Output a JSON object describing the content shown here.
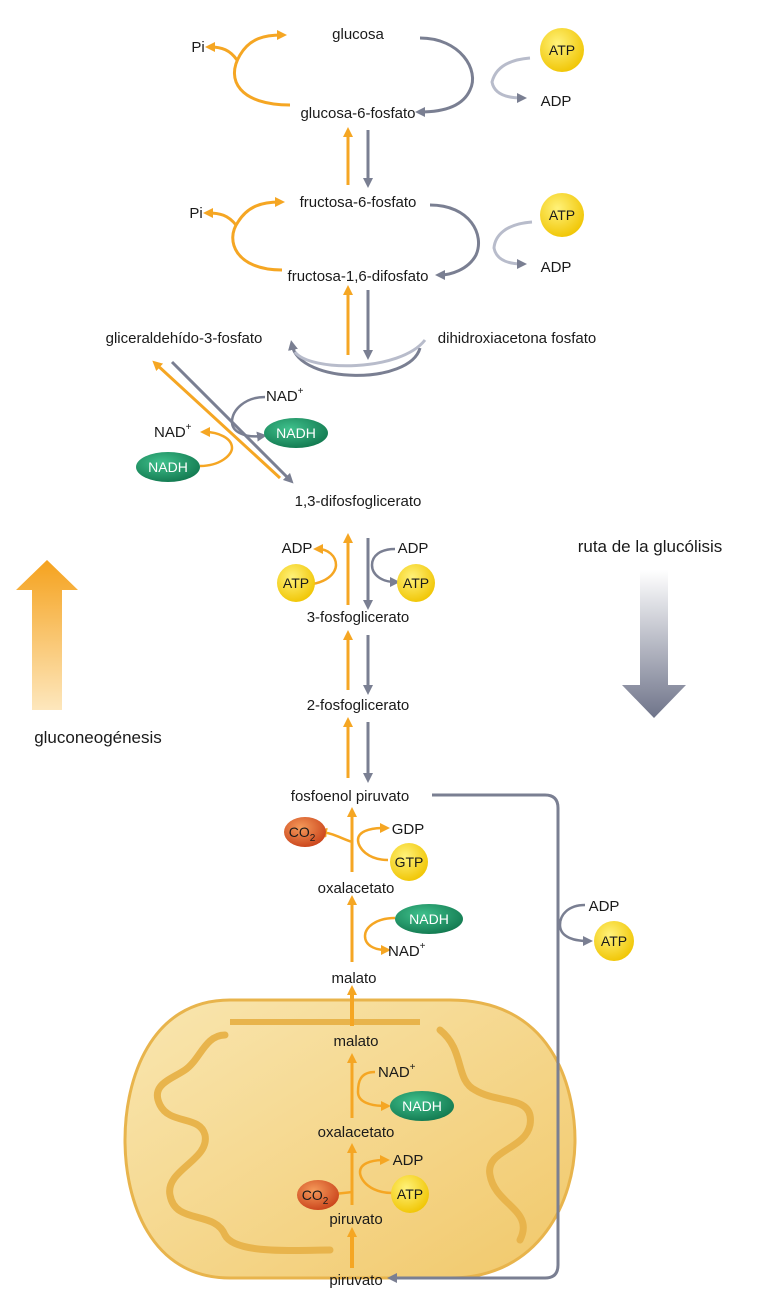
{
  "metabolites": {
    "glucosa": "glucosa",
    "glucosa6p": "glucosa-6-fosfato",
    "fructosa6p": "fructosa-6-fosfato",
    "fructosa16dp": "fructosa-1,6-difosfato",
    "g3p": "gliceraldehído-3-fosfato",
    "dhap": "dihidroxiacetona fosfato",
    "bpg13": "1,3-difosfoglicerato",
    "pg3": "3-fosfoglicerato",
    "pg2": "2-fosfoglicerato",
    "pep": "fosfoenol piruvato",
    "oaa_cyto": "oxalacetato",
    "malato_cyto": "malato",
    "malato_mito": "malato",
    "oaa_mito": "oxalacetato",
    "piruvato_mito": "piruvato",
    "piruvato_cyto": "piruvato"
  },
  "cofactors": {
    "pi": "Pi",
    "atp": "ATP",
    "adp": "ADP",
    "nad": "NAD",
    "nad_sup": "+",
    "nadh": "NADH",
    "gdp": "GDP",
    "gtp": "GTP",
    "co2": "CO",
    "co2_sub": "2"
  },
  "legend": {
    "gluconeo": "gluconeogénesis",
    "glycolysis": "ruta de la glucólisis"
  },
  "colors": {
    "gluconeo_orange": "#f5a623",
    "glycolysis_grey": "#7a7f92",
    "atp_yellow": "#f7d21c",
    "nadh_green": "#1f9a6a",
    "co2_red": "#d9531e",
    "mito_fill": "#f6d98c"
  }
}
